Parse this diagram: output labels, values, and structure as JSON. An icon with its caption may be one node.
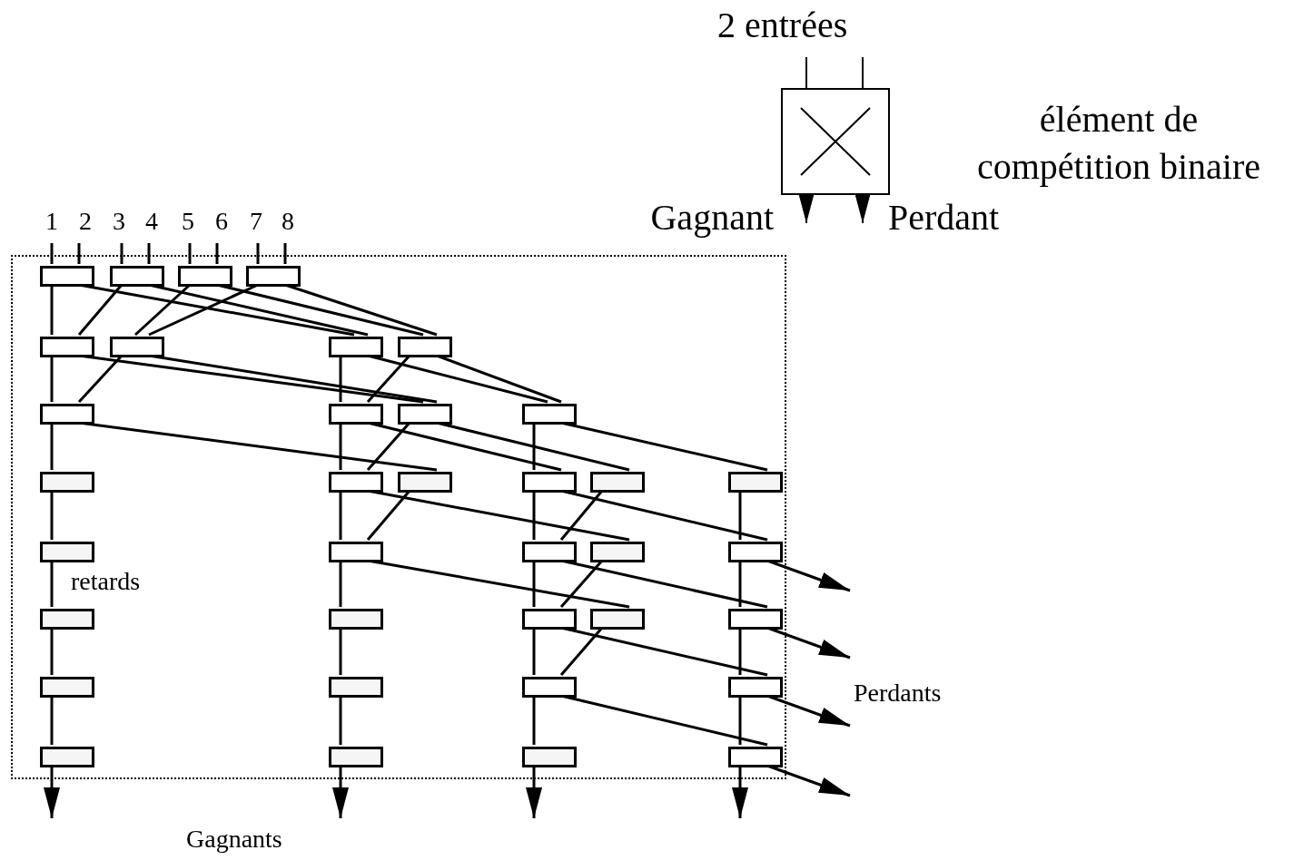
{
  "diagram": {
    "nodes": [
      {
        "text": [],
        "shape": "box",
        "beside": [
          "élément de compétition binaire"
        ]
      },
      {
        "text": [],
        "shape": "box"
      },
      {
        "text": [],
        "shape": "box",
        "in": 1
      },
      {
        "text": [],
        "shape": "box",
        "in": 1
      },
      {
        "text": [],
        "shape": "box",
        "in": 1
      },
      {
        "text": [],
        "shape": "box",
        "in": 1
      },
      {
        "text": [],
        "shape": "box",
        "in": 1
      },
      {
        "text": [],
        "shape": "box",
        "in": 1
      },
      {
        "text": [],
        "shape": "box",
        "in": 1
      },
      {
        "text": [],
        "shape": "box",
        "in": 1
      },
      {
        "text": [],
        "shape": "box",
        "in": 1
      },
      {
        "text": [],
        "shape": "box",
        "in": 1
      },
      {
        "text": [],
        "shape": "box",
        "in": 1
      },
      {
        "text": [],
        "shape": "box",
        "in": 1
      },
      {
        "text": [],
        "shape": "box",
        "in": 1
      },
      {
        "text": [],
        "shape": "box",
        "in": 1
      },
      {
        "text": [],
        "shape": "box",
        "in": 1
      },
      {
        "text": [],
        "shape": "box",
        "in": 1
      },
      {
        "text": [],
        "shape": "box",
        "in": 1
      },
      {
        "text": [],
        "shape": "box",
        "in": 1
      },
      {
        "text": [],
        "shape": "box",
        "in": 1
      },
      {
        "text": [],
        "shape": "box",
        "in": 1
      },
      {
        "text": [],
        "shape": "box",
        "in": 1
      },
      {
        "text": [],
        "shape": "box",
        "in": 1
      },
      {
        "text": [],
        "shape": "box",
        "in": 1
      },
      {
        "text": [],
        "shape": "box",
        "in": 1
      },
      {
        "text": [],
        "shape": "box",
        "in": 1
      },
      {
        "text": [],
        "shape": "box",
        "in": 1
      },
      {
        "text": [],
        "shape": "box",
        "in": 1
      },
      {
        "text": [],
        "shape": "box",
        "in": 1
      },
      {
        "text": [],
        "shape": "box",
        "in": 1
      },
      {
        "text": [],
        "shape": "box",
        "in": 1
      },
      {
        "text": [],
        "shape": "box",
        "in": 1
      },
      {
        "text": [],
        "shape": "box",
        "in": 1
      },
      {
        "text": [],
        "shape": "box",
        "in": 1
      },
      {
        "text": [],
        "shape": "box",
        "in": 1
      },
      {
        "text": [],
        "shape": "box",
        "in": 1
      },
      {
        "text": [],
        "shape": "box",
        "in": 1
      }
    ],
    "edges": [
      {
        "from": null,
        "to": 0,
        "arrow": "none"
      },
      {
        "from": null,
        "to": 0,
        "arrow": "none"
      },
      {
        "from": 0,
        "to": null,
        "arrow": "to"
      },
      {
        "from": 0,
        "to": null,
        "arrow": "to"
      },
      {
        "from": null,
        "to": 2,
        "arrow": "none"
      },
      {
        "from": null,
        "to": 2,
        "arrow": "none"
      },
      {
        "from": null,
        "to": 3,
        "arrow": "none"
      },
      {
        "from": null,
        "to": 3,
        "arrow": "none"
      },
      {
        "from": null,
        "to": 4,
        "arrow": "none"
      },
      {
        "from": null,
        "to": 4,
        "arrow": "none"
      },
      {
        "from": null,
        "to": 5,
        "arrow": "none"
      },
      {
        "from": null,
        "to": 5,
        "arrow": "none"
      },
      {
        "from": 2,
        "to": 6,
        "arrow": "none"
      },
      {
        "from": 3,
        "to": 6,
        "arrow": "none"
      },
      {
        "from": 4,
        "to": 7,
        "arrow": "none"
      },
      {
        "from": 5,
        "to": 7,
        "arrow": "none"
      },
      {
        "from": 2,
        "to": 8,
        "arrow": "none"
      },
      {
        "from": 3,
        "to": 8,
        "arrow": "none"
      },
      {
        "from": 4,
        "to": 9,
        "arrow": "none"
      },
      {
        "from": 5,
        "to": 9,
        "arrow": "none"
      },
      {
        "from": 6,
        "to": 10,
        "arrow": "none"
      },
      {
        "from": 7,
        "to": 10,
        "arrow": "none"
      },
      {
        "from": 6,
        "to": 12,
        "arrow": "none"
      },
      {
        "from": 7,
        "to": 12,
        "arrow": "none"
      },
      {
        "from": 8,
        "to": 11,
        "arrow": "none"
      },
      {
        "from": 9,
        "to": 11,
        "arrow": "none"
      },
      {
        "from": 8,
        "to": 13,
        "arrow": "none"
      },
      {
        "from": 9,
        "to": 13,
        "arrow": "none"
      },
      {
        "from": 10,
        "to": 14,
        "arrow": "none"
      },
      {
        "from": 10,
        "to": 16,
        "arrow": "none"
      },
      {
        "from": 11,
        "to": 15,
        "arrow": "none"
      },
      {
        "from": 12,
        "to": 15,
        "arrow": "none"
      },
      {
        "from": 11,
        "to": 17,
        "arrow": "none"
      },
      {
        "from": 12,
        "to": 18,
        "arrow": "none"
      },
      {
        "from": 13,
        "to": 17,
        "arrow": "none"
      },
      {
        "from": 13,
        "to": 19,
        "arrow": "none"
      },
      {
        "from": 14,
        "to": 20,
        "arrow": "none"
      },
      {
        "from": 15,
        "to": 21,
        "arrow": "none"
      },
      {
        "from": 16,
        "to": 21,
        "arrow": "none"
      },
      {
        "from": 15,
        "to": 23,
        "arrow": "none"
      },
      {
        "from": 17,
        "to": 22,
        "arrow": "none"
      },
      {
        "from": 18,
        "to": 22,
        "arrow": "none"
      },
      {
        "from": 17,
        "to": 24,
        "arrow": "none"
      },
      {
        "from": 19,
        "to": 24,
        "arrow": "none"
      },
      {
        "from": 20,
        "to": 25,
        "arrow": "none"
      },
      {
        "from": 21,
        "to": 26,
        "arrow": "none"
      },
      {
        "from": 21,
        "to": 28,
        "arrow": "none"
      },
      {
        "from": 22,
        "to": 27,
        "arrow": "none"
      },
      {
        "from": 23,
        "to": 27,
        "arrow": "none"
      },
      {
        "from": 22,
        "to": 29,
        "arrow": "none"
      },
      {
        "from": 24,
        "to": 29,
        "arrow": "none"
      },
      {
        "from": 24,
        "to": null,
        "arrow": "to"
      },
      {
        "from": 25,
        "to": 30,
        "arrow": "none"
      },
      {
        "from": 26,
        "to": 31,
        "arrow": "none"
      },
      {
        "from": 27,
        "to": 32,
        "arrow": "none"
      },
      {
        "from": 28,
        "to": 32,
        "arrow": "none"
      },
      {
        "from": 27,
        "to": 33,
        "arrow": "none"
      },
      {
        "from": 29,
        "to": 33,
        "arrow": "none"
      },
      {
        "from": 29,
        "to": null,
        "arrow": "to"
      },
      {
        "from": 30,
        "to": 34,
        "arrow": "none"
      },
      {
        "from": 31,
        "to": 35,
        "arrow": "none"
      },
      {
        "from": 32,
        "to": 36,
        "arrow": "none"
      },
      {
        "from": 32,
        "to": 37,
        "arrow": "none"
      },
      {
        "from": 33,
        "to": 37,
        "arrow": "none"
      },
      {
        "from": 33,
        "to": null,
        "arrow": "to"
      },
      {
        "from": 34,
        "to": null,
        "arrow": "to"
      },
      {
        "from": 35,
        "to": null,
        "arrow": "to"
      },
      {
        "from": 36,
        "to": null,
        "arrow": "to"
      },
      {
        "from": 37,
        "to": null,
        "arrow": "to"
      },
      {
        "from": 37,
        "to": null,
        "arrow": "to"
      }
    ],
    "labels": [
      "2 entrées",
      "Gagnant",
      "Perdant",
      "1",
      "2",
      "3",
      "4",
      "5",
      "6",
      "7",
      "8",
      "retards",
      "Perdants",
      "Gagnants"
    ]
  }
}
